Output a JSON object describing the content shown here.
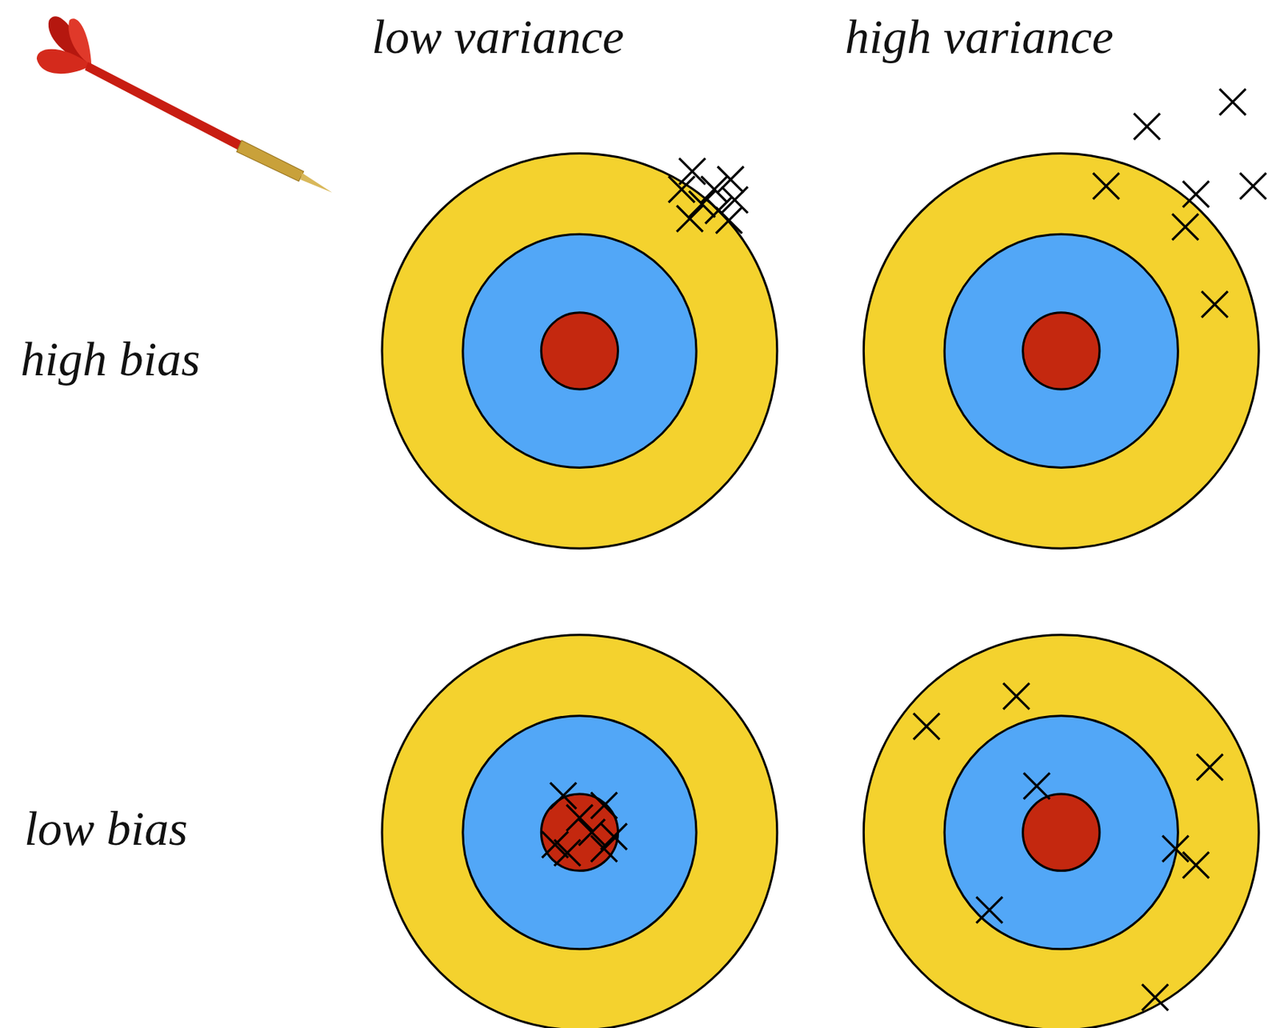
{
  "diagram": {
    "labels": [
      "low variance",
      "high variance",
      "high bias",
      "low bias"
    ]
  }
}
